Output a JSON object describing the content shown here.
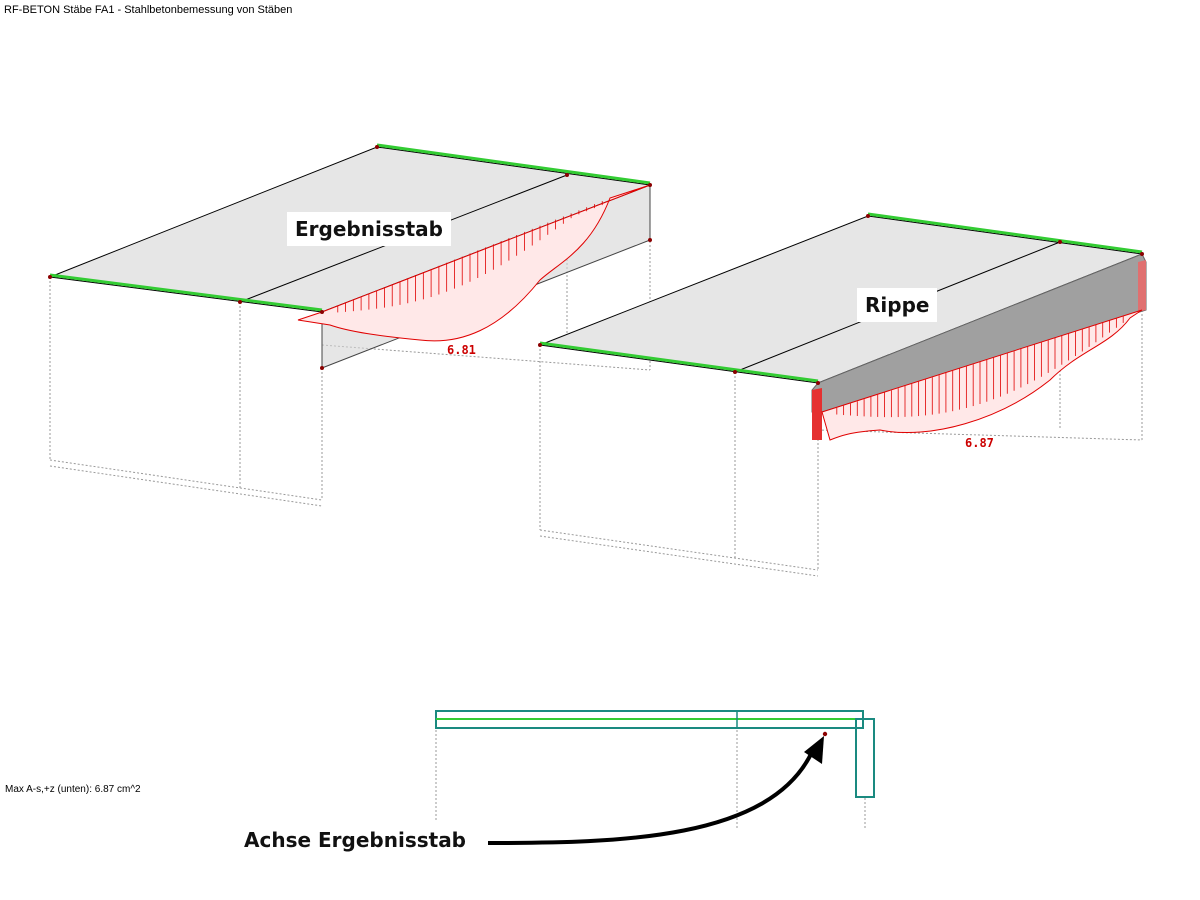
{
  "window": {
    "title": "RF-BETON Stäbe FA1 - Stahlbetonbemessung von Stäben"
  },
  "status": {
    "max_text": "Max A-s,+z (unten): 6.87 cm^2"
  },
  "callouts": {
    "ergebnisstab": "Ergebnisstab",
    "rippe": "Rippe",
    "achse": "Achse Ergebnisstab"
  },
  "results": {
    "left_max": "6.81",
    "right_max": "6.87"
  },
  "colors": {
    "support_green": "#33cc33",
    "diagram_red": "#e00000",
    "section_teal": "#1a8a80",
    "rib_gray": "#9a9a9a"
  }
}
